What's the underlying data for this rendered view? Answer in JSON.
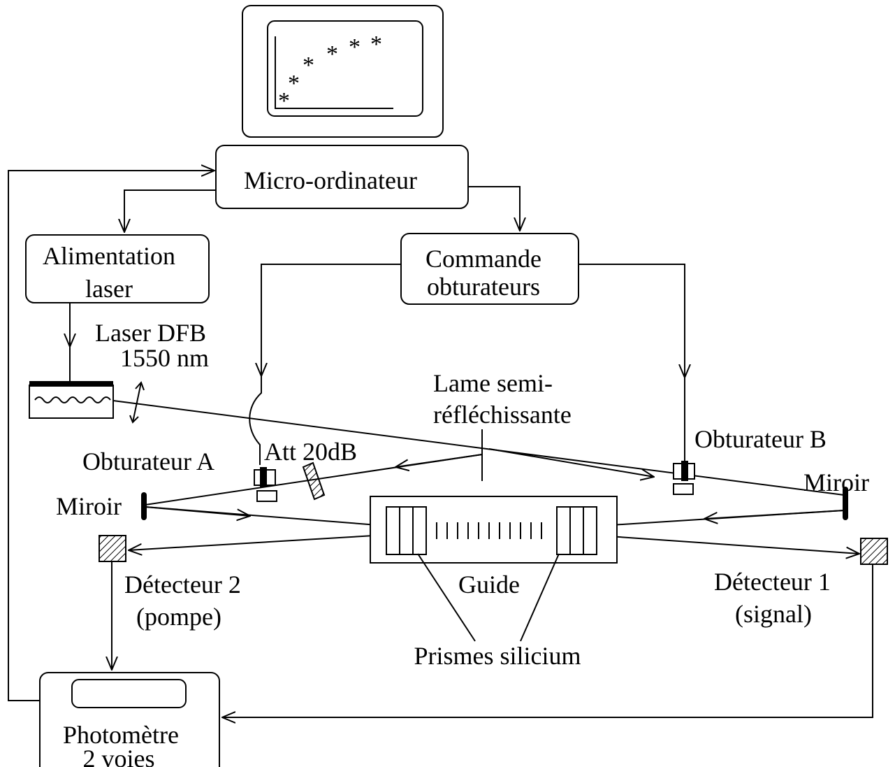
{
  "labels": {
    "micro_ordinateur": "Micro-ordinateur",
    "alimentation_1": "Alimentation",
    "alimentation_2": "laser",
    "commande_1": "Commande",
    "commande_2": "obturateurs",
    "laser_1": "Laser DFB",
    "laser_2": "1550 nm",
    "lame_1": "Lame semi-",
    "lame_2": "réfléchissante",
    "obturateur_a": "Obturateur A",
    "att": "Att 20dB",
    "obturateur_b": "Obturateur B",
    "miroir_left": "Miroir",
    "miroir_right": "Miroir",
    "detecteur2_1": "Détecteur 2",
    "detecteur2_2": "(pompe)",
    "guide": "Guide",
    "detecteur1_1": "Détecteur 1",
    "detecteur1_2": "(signal)",
    "prismes": "Prismes silicium",
    "photometre_1": "Photomètre",
    "photometre_2": "2 voies"
  },
  "screen_plot": {
    "marker": "*",
    "marker_count": 6
  }
}
